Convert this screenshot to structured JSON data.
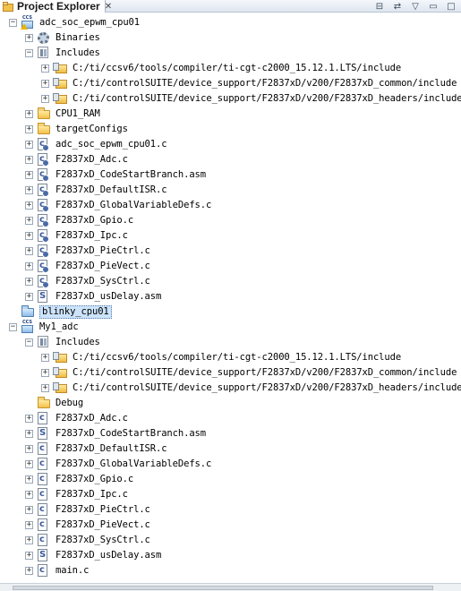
{
  "view": {
    "title": "Project Explorer",
    "close_glyph": "✕",
    "toolbar": [
      {
        "name": "collapse-all-icon",
        "glyph": "⊟"
      },
      {
        "name": "link-editor-icon",
        "glyph": "⇄"
      },
      {
        "name": "view-menu-icon",
        "glyph": "▽"
      },
      {
        "name": "minimize-icon",
        "glyph": "▭"
      },
      {
        "name": "maximize-icon",
        "glyph": "□"
      }
    ]
  },
  "tree": {
    "rows": [
      {
        "label": "adc_soc_epwm_cpu01",
        "level": 0,
        "toggle": "−",
        "icon": "project",
        "name": "project-adc-soc-epwm-cpu01"
      },
      {
        "label": "Binaries",
        "level": 1,
        "toggle": "+",
        "icon": "gear",
        "name": "binaries-node"
      },
      {
        "label": "Includes",
        "level": 1,
        "toggle": "−",
        "icon": "lib",
        "name": "includes-node"
      },
      {
        "label": "C:/ti/ccsv6/tools/compiler/ti-cgt-c2000_15.12.1.LTS/include",
        "level": 2,
        "toggle": "+",
        "icon": "incfolder",
        "name": "include-path"
      },
      {
        "label": "C:/ti/controlSUITE/device_support/F2837xD/v200/F2837xD_common/include",
        "level": 2,
        "toggle": "+",
        "icon": "incfolder",
        "name": "include-path"
      },
      {
        "label": "C:/ti/controlSUITE/device_support/F2837xD/v200/F2837xD_headers/include",
        "level": 2,
        "toggle": "+",
        "icon": "incfolder",
        "name": "include-path"
      },
      {
        "label": "CPU1_RAM",
        "level": 1,
        "toggle": "+",
        "icon": "folder",
        "name": "folder-cpu1-ram"
      },
      {
        "label": "targetConfigs",
        "level": 1,
        "toggle": "+",
        "icon": "folder",
        "name": "folder-targetconfigs"
      },
      {
        "label": "adc_soc_epwm_cpu01.c",
        "level": 1,
        "toggle": "+",
        "icon": "cfile-err",
        "name": "source-file"
      },
      {
        "label": "F2837xD_Adc.c",
        "level": 1,
        "toggle": "+",
        "icon": "cfile-err",
        "name": "source-file"
      },
      {
        "label": "F2837xD_CodeStartBranch.asm",
        "level": 1,
        "toggle": "+",
        "icon": "cfile-err",
        "name": "source-file"
      },
      {
        "label": "F2837xD_DefaultISR.c",
        "level": 1,
        "toggle": "+",
        "icon": "cfile-err",
        "name": "source-file"
      },
      {
        "label": "F2837xD_GlobalVariableDefs.c",
        "level": 1,
        "toggle": "+",
        "icon": "cfile-err",
        "name": "source-file"
      },
      {
        "label": "F2837xD_Gpio.c",
        "level": 1,
        "toggle": "+",
        "icon": "cfile-err",
        "name": "source-file"
      },
      {
        "label": "F2837xD_Ipc.c",
        "level": 1,
        "toggle": "+",
        "icon": "cfile-err",
        "name": "source-file"
      },
      {
        "label": "F2837xD_PieCtrl.c",
        "level": 1,
        "toggle": "+",
        "icon": "cfile-err",
        "name": "source-file"
      },
      {
        "label": "F2837xD_PieVect.c",
        "level": 1,
        "toggle": "+",
        "icon": "cfile-err",
        "name": "source-file"
      },
      {
        "label": "F2837xD_SysCtrl.c",
        "level": 1,
        "toggle": "+",
        "icon": "cfile-err",
        "name": "source-file"
      },
      {
        "label": "F2837xD_usDelay.asm",
        "level": 1,
        "toggle": "+",
        "icon": "sfile",
        "name": "source-file"
      },
      {
        "label": "blinky_cpu01",
        "level": 0,
        "toggle": "",
        "icon": "bluefolder",
        "name": "project-blinky-cpu01",
        "selected": true
      },
      {
        "label": "My1_adc",
        "level": 0,
        "toggle": "−",
        "icon": "project",
        "name": "project-my1-adc"
      },
      {
        "label": "Includes",
        "level": 1,
        "toggle": "−",
        "icon": "lib",
        "name": "includes-node"
      },
      {
        "label": "C:/ti/ccsv6/tools/compiler/ti-cgt-c2000_15.12.1.LTS/include",
        "level": 2,
        "toggle": "+",
        "icon": "incfolder",
        "name": "include-path"
      },
      {
        "label": "C:/ti/controlSUITE/device_support/F2837xD/v200/F2837xD_common/include",
        "level": 2,
        "toggle": "+",
        "icon": "incfolder",
        "name": "include-path"
      },
      {
        "label": "C:/ti/controlSUITE/device_support/F2837xD/v200/F2837xD_headers/include",
        "level": 2,
        "toggle": "+",
        "icon": "incfolder",
        "name": "include-path"
      },
      {
        "label": "Debug",
        "level": 1,
        "toggle": "",
        "icon": "folder",
        "name": "folder-debug"
      },
      {
        "label": "F2837xD_Adc.c",
        "level": 1,
        "toggle": "+",
        "icon": "cfile",
        "name": "source-file"
      },
      {
        "label": "F2837xD_CodeStartBranch.asm",
        "level": 1,
        "toggle": "+",
        "icon": "sfile",
        "name": "source-file"
      },
      {
        "label": "F2837xD_DefaultISR.c",
        "level": 1,
        "toggle": "+",
        "icon": "cfile",
        "name": "source-file"
      },
      {
        "label": "F2837xD_GlobalVariableDefs.c",
        "level": 1,
        "toggle": "+",
        "icon": "cfile",
        "name": "source-file"
      },
      {
        "label": "F2837xD_Gpio.c",
        "level": 1,
        "toggle": "+",
        "icon": "cfile",
        "name": "source-file"
      },
      {
        "label": "F2837xD_Ipc.c",
        "level": 1,
        "toggle": "+",
        "icon": "cfile",
        "name": "source-file"
      },
      {
        "label": "F2837xD_PieCtrl.c",
        "level": 1,
        "toggle": "+",
        "icon": "cfile",
        "name": "source-file"
      },
      {
        "label": "F2837xD_PieVect.c",
        "level": 1,
        "toggle": "+",
        "icon": "cfile",
        "name": "source-file"
      },
      {
        "label": "F2837xD_SysCtrl.c",
        "level": 1,
        "toggle": "+",
        "icon": "cfile",
        "name": "source-file"
      },
      {
        "label": "F2837xD_usDelay.asm",
        "level": 1,
        "toggle": "+",
        "icon": "sfile",
        "name": "source-file"
      },
      {
        "label": "main.c",
        "level": 1,
        "toggle": "+",
        "icon": "cfile",
        "name": "source-file"
      }
    ]
  }
}
